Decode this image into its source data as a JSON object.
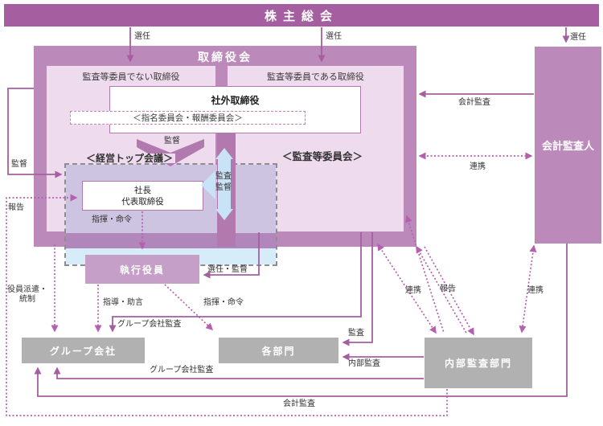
{
  "nodes": {
    "shareholders": "株主総会",
    "board": "取締役会",
    "non_audit_directors": "監査等委員でない取締役",
    "audit_directors": "監査等委員である取締役",
    "outside_directors": "社外取締役",
    "committees": "＜指名委員会・報酬委員会＞",
    "management_meeting": "＜経営トップ会議＞",
    "president_line1": "社長",
    "president_line2": "代表取締役",
    "audit_committee": "＜監査等委員会＞",
    "accounting_auditor": "会計監査人",
    "executive_officers": "執行役員",
    "group_companies": "グループ会社",
    "departments": "各部門",
    "internal_audit_dept": "内部監査部門"
  },
  "edges": {
    "election_1": "選任",
    "election_2": "選任",
    "election_3": "選任",
    "supervision_block": "監督",
    "supervision_left": "監督",
    "audit_supervision_line1": "監査",
    "audit_supervision_line2": "監督",
    "report_left": "報告",
    "accounting_audit_top": "会計監査",
    "cooperation_top": "連携",
    "direction_command_1": "指揮・命令",
    "appointment_supervision": "選任・監督",
    "officer_dispatch_line1": "役員派遣・",
    "officer_dispatch_line2": "統制",
    "guidance_advice": "指導・助言",
    "direction_command_2": "指揮・命令",
    "group_company_audit_upper": "グループ会社監査",
    "group_company_audit_lower": "グループ会社監査",
    "audit_mid": "監査",
    "internal_audit": "内部監査",
    "accounting_audit_bottom": "会計監査",
    "cooperation_mid": "連携",
    "report_mid": "報告",
    "cooperation_right": "連携"
  },
  "colors": {
    "primary_purple": "#a55fa0",
    "box_purple": "#bc8aba",
    "pink": "#efdbee",
    "lavender": "#cdc4e1",
    "band_overlay": "#b187bb",
    "light_blue": "#d7ecf9",
    "blue_arrow": "#c8e3f5",
    "strip_purple": "#b179ae",
    "exec_purple": "#c69fc8",
    "gray": "#b1b1b1",
    "dotted_line": "#b55fb0"
  }
}
